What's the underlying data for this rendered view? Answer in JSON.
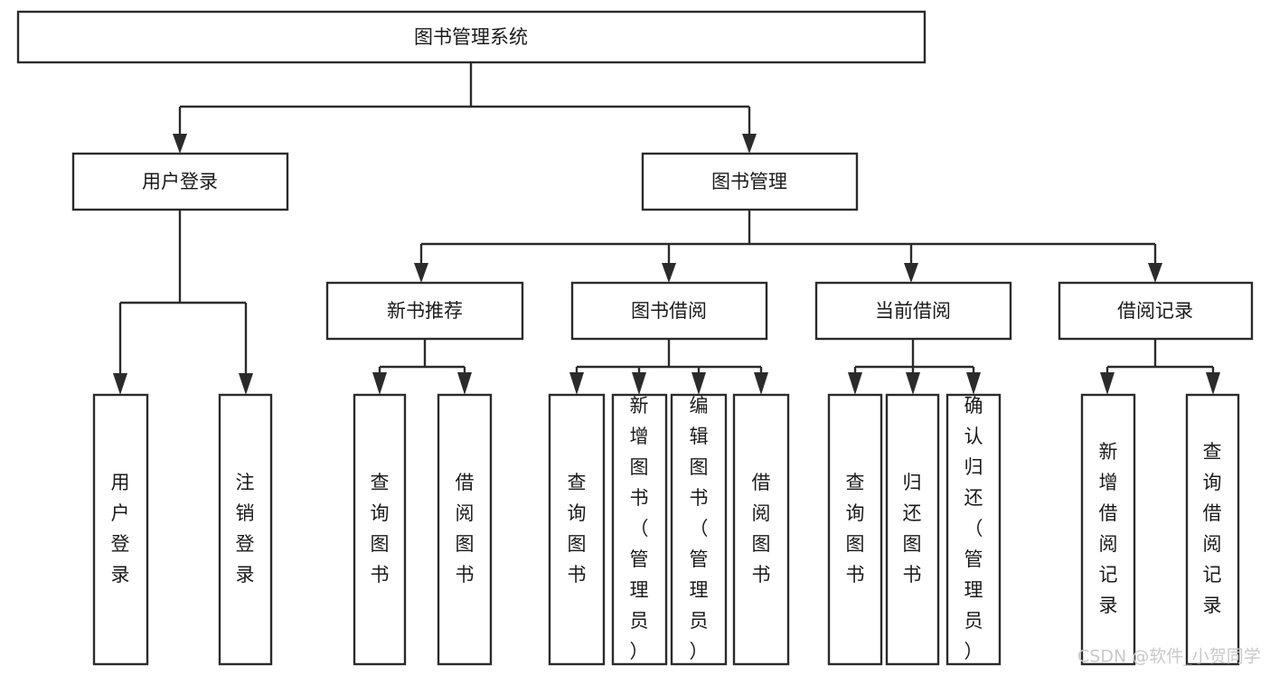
{
  "diagram": {
    "type": "tree-hierarchy",
    "title": "图书管理系统",
    "root": {
      "id": "root",
      "label": "图书管理系统",
      "level": 0
    },
    "nodes": [
      {
        "id": "root",
        "label": "图书管理系统",
        "level": 0,
        "parent": null,
        "orientation": "horizontal"
      },
      {
        "id": "user-login",
        "label": "用户登录",
        "level": 1,
        "parent": "root",
        "orientation": "horizontal"
      },
      {
        "id": "book-manage",
        "label": "图书管理",
        "level": 1,
        "parent": "root",
        "orientation": "horizontal"
      },
      {
        "id": "new-book-rec",
        "label": "新书推荐",
        "level": 2,
        "parent": "book-manage",
        "orientation": "horizontal"
      },
      {
        "id": "book-borrow",
        "label": "图书借阅",
        "level": 2,
        "parent": "book-manage",
        "orientation": "horizontal"
      },
      {
        "id": "current-borrow",
        "label": "当前借阅",
        "level": 2,
        "parent": "book-manage",
        "orientation": "horizontal"
      },
      {
        "id": "borrow-record",
        "label": "借阅记录",
        "level": 2,
        "parent": "book-manage",
        "orientation": "horizontal"
      },
      {
        "id": "leaf-user-login",
        "label": "用户登录",
        "level": 2,
        "parent": "user-login",
        "orientation": "vertical"
      },
      {
        "id": "leaf-logout",
        "label": "注销登录",
        "level": 2,
        "parent": "user-login",
        "orientation": "vertical"
      },
      {
        "id": "leaf-query-book-1",
        "label": "查询图书",
        "level": 3,
        "parent": "new-book-rec",
        "orientation": "vertical"
      },
      {
        "id": "leaf-borrow-book-1",
        "label": "借阅图书",
        "level": 3,
        "parent": "new-book-rec",
        "orientation": "vertical"
      },
      {
        "id": "leaf-query-book-2",
        "label": "查询图书",
        "level": 3,
        "parent": "book-borrow",
        "orientation": "vertical"
      },
      {
        "id": "leaf-add-book",
        "label": "新增图书（管理员）",
        "level": 3,
        "parent": "book-borrow",
        "orientation": "vertical"
      },
      {
        "id": "leaf-edit-book",
        "label": "编辑图书（管理员）",
        "level": 3,
        "parent": "book-borrow",
        "orientation": "vertical"
      },
      {
        "id": "leaf-borrow-book-2",
        "label": "借阅图书",
        "level": 3,
        "parent": "book-borrow",
        "orientation": "vertical"
      },
      {
        "id": "leaf-query-book-3",
        "label": "查询图书",
        "level": 3,
        "parent": "current-borrow",
        "orientation": "vertical"
      },
      {
        "id": "leaf-return-book",
        "label": "归还图书",
        "level": 3,
        "parent": "current-borrow",
        "orientation": "vertical"
      },
      {
        "id": "leaf-confirm-return",
        "label": "确认归还（管理员）",
        "level": 3,
        "parent": "current-borrow",
        "orientation": "vertical"
      },
      {
        "id": "leaf-add-record",
        "label": "新增借阅记录",
        "level": 3,
        "parent": "borrow-record",
        "orientation": "vertical"
      },
      {
        "id": "leaf-query-record",
        "label": "查询借阅记录",
        "level": 3,
        "parent": "borrow-record",
        "orientation": "vertical"
      }
    ],
    "colors": {
      "box_stroke": "#2b2b2b",
      "box_fill": "#ffffff",
      "connector": "#2b2b2b",
      "text": "#1a1a1a",
      "background": "#ffffff",
      "watermark": "#c9c9c9"
    }
  },
  "watermark": {
    "text": "CSDN @软件_小贺同学"
  }
}
